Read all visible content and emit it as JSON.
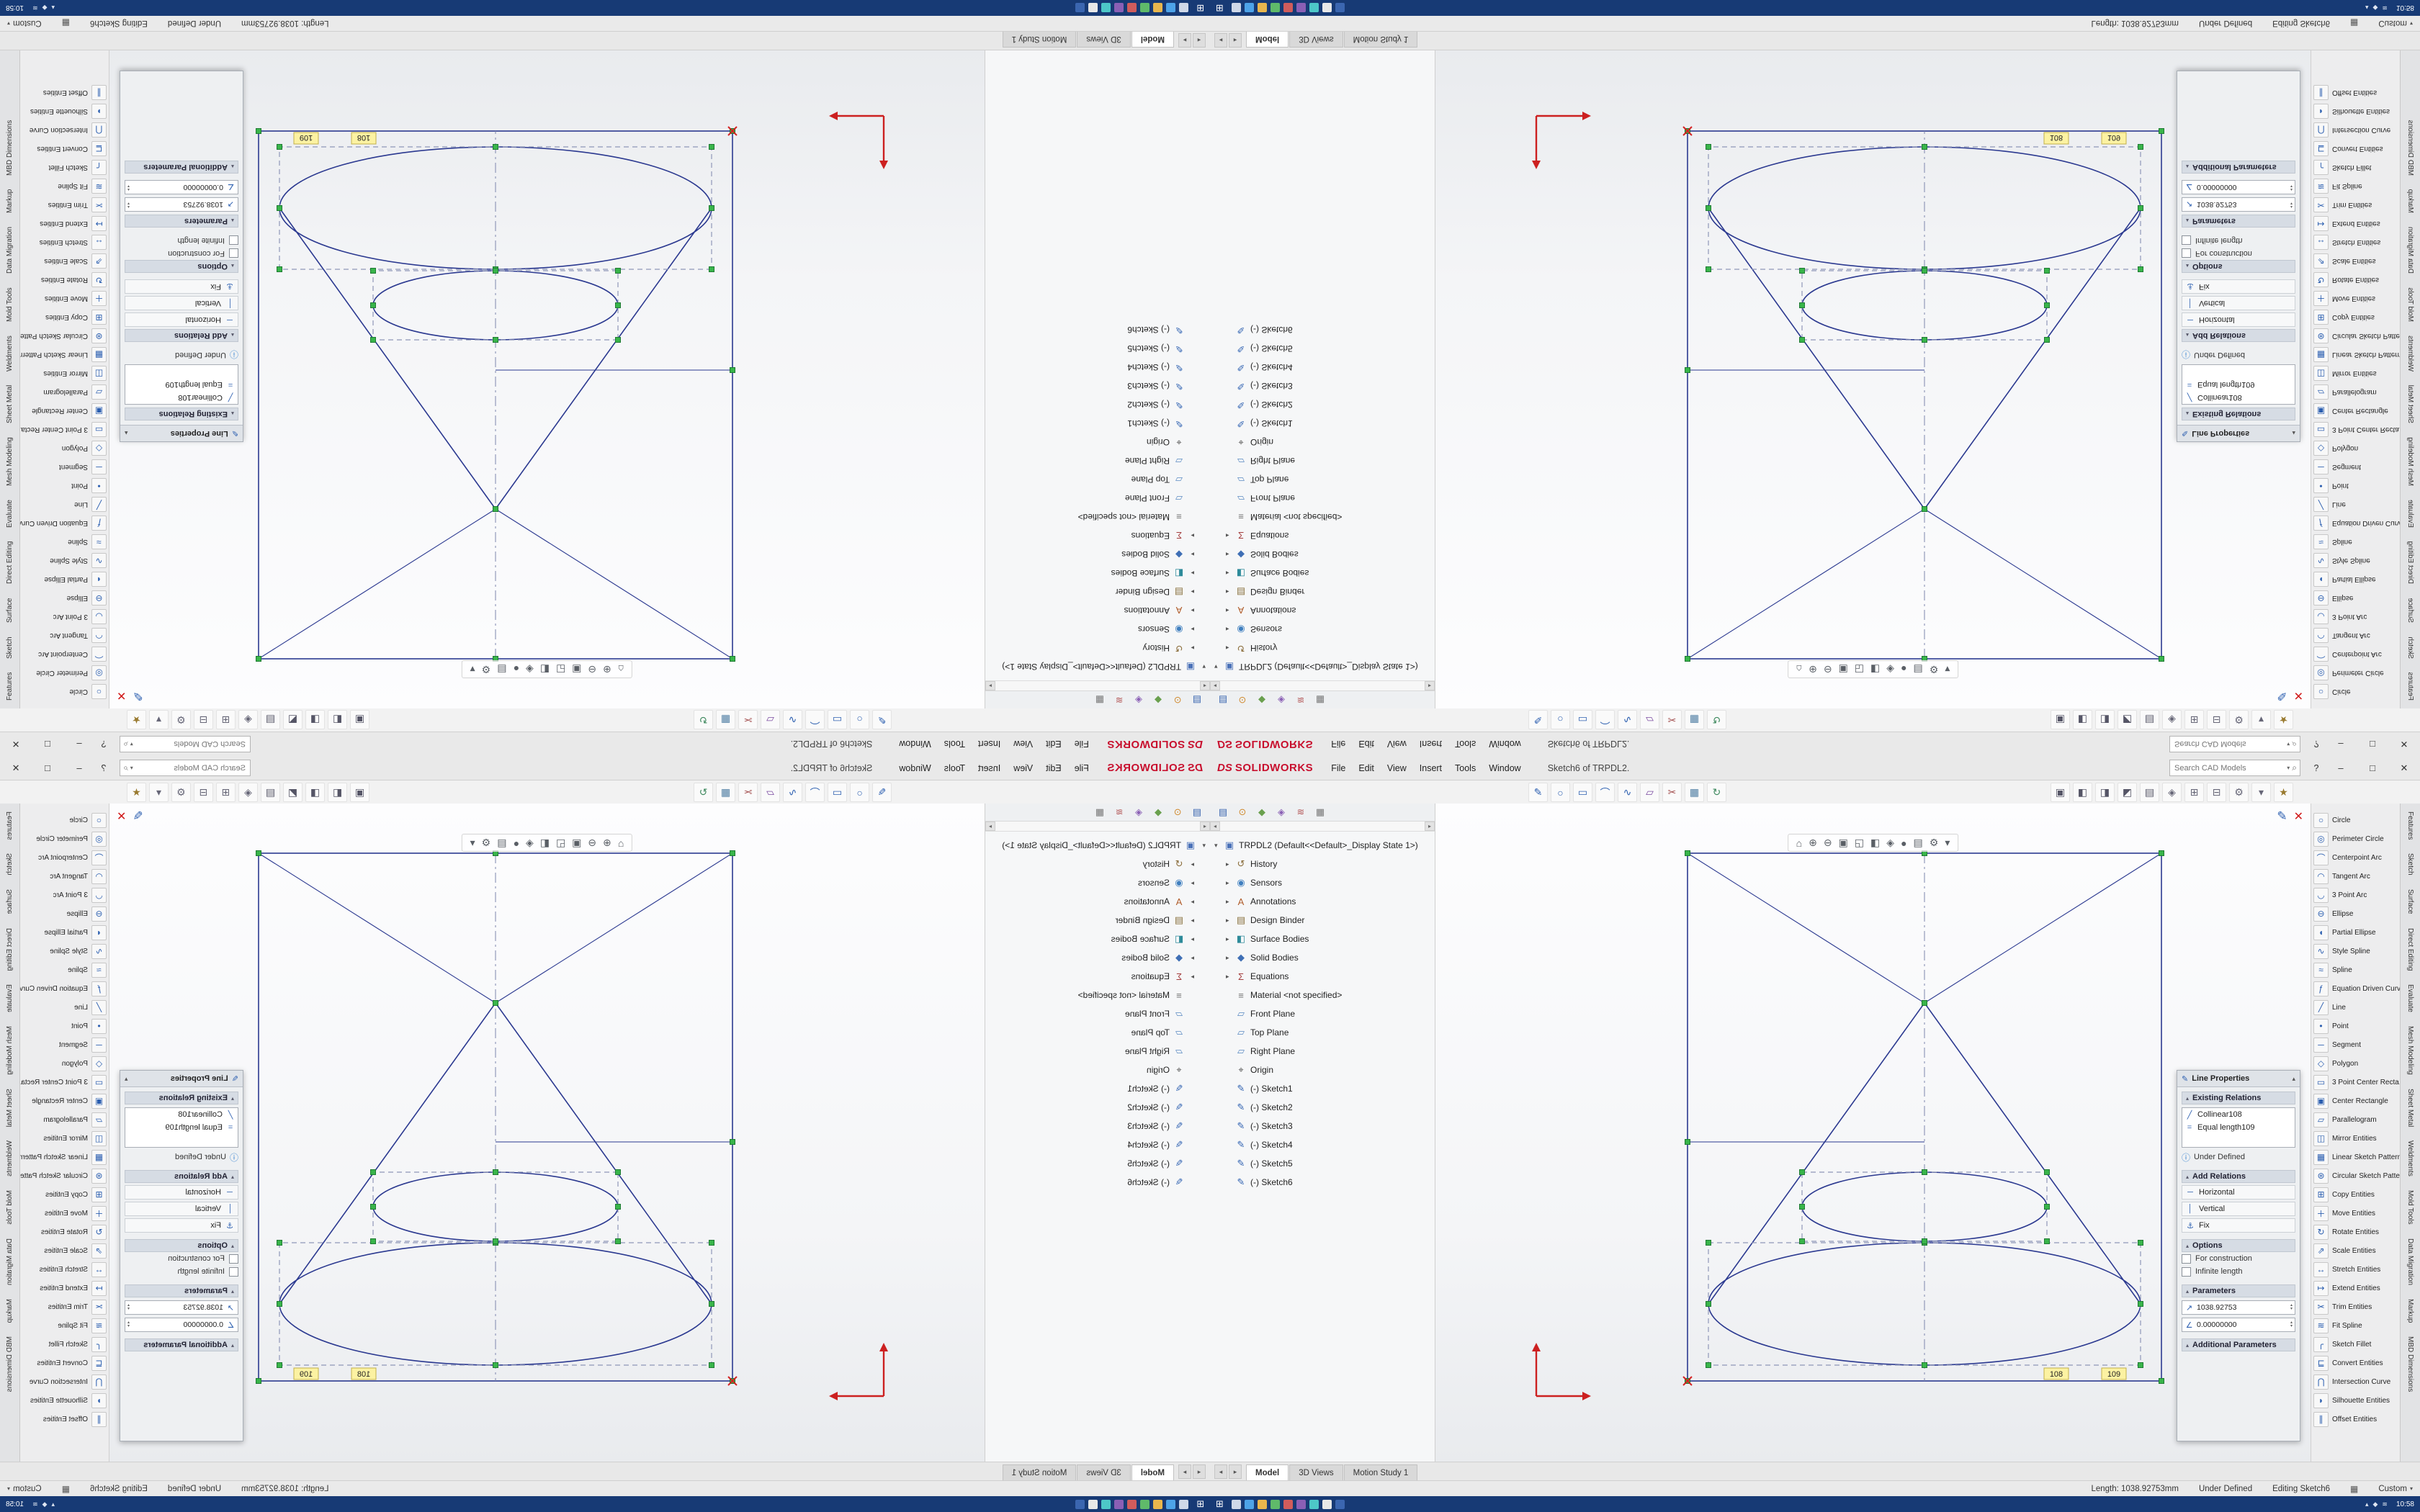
{
  "app": {
    "logo_ds": "DS",
    "logo_name": "SOLIDWORKS",
    "title": "Sketch6 of TRPDL2.",
    "search_placeholder": "Search CAD Models",
    "help": "?",
    "window_controls": {
      "minimize": "–",
      "maximize": "□",
      "close": "✕"
    }
  },
  "menus": [
    "File",
    "Edit",
    "View",
    "Insert",
    "Tools",
    "Window"
  ],
  "icons": {
    "left": "◂",
    "right": "▸",
    "caret": "▾",
    "chevron_up": "▴",
    "search": "⌕",
    "info": "ⓘ",
    "grid": "▦",
    "exit_sketch": "✎",
    "cancel": "✕",
    "spin_up": "▴",
    "spin_down": "▾"
  },
  "toolbar": {
    "left_icons": [
      {
        "glyph": "✎",
        "color": "#2c5fb0"
      },
      {
        "glyph": "○",
        "color": "#2c5fb0"
      },
      {
        "glyph": "▭",
        "color": "#2c5fb0"
      },
      {
        "glyph": "⌒",
        "color": "#2c5fb0"
      },
      {
        "glyph": "∿",
        "color": "#2c5fb0"
      },
      {
        "glyph": "▱",
        "color": "#7a4aa0"
      },
      {
        "glyph": "✂",
        "color": "#a04a4a"
      },
      {
        "glyph": "▦",
        "color": "#4a7aa0"
      },
      {
        "glyph": "↻",
        "color": "#3f8a5f"
      }
    ],
    "right_icons": [
      {
        "glyph": "▣",
        "color": "#555566"
      },
      {
        "glyph": "◧",
        "color": "#555566"
      },
      {
        "glyph": "◨",
        "color": "#555566"
      },
      {
        "glyph": "◩",
        "color": "#555566"
      },
      {
        "glyph": "▤",
        "color": "#555566"
      },
      {
        "glyph": "◈",
        "color": "#666677"
      },
      {
        "glyph": "⊞",
        "color": "#666677"
      },
      {
        "glyph": "⊟",
        "color": "#666677"
      },
      {
        "glyph": "⚙",
        "color": "#666677"
      },
      {
        "glyph": "▾",
        "color": "#666677"
      },
      {
        "glyph": "★",
        "color": "#997a2f"
      }
    ]
  },
  "feature_tree": {
    "header_icons": [
      {
        "glyph": "▤",
        "color": "#3b66b0"
      },
      {
        "glyph": "⊙",
        "color": "#d08a2f"
      },
      {
        "glyph": "◆",
        "color": "#6aa04e"
      },
      {
        "glyph": "◈",
        "color": "#8a5fb5"
      },
      {
        "glyph": "≋",
        "color": "#b35656"
      },
      {
        "glyph": "▦",
        "color": "#777777"
      }
    ],
    "items": [
      {
        "label": "TRPDL2 (Default<<Default>_Display State 1>)",
        "glyph": "▣",
        "color": "#4a71b8",
        "arrow": "▾",
        "depth": "0",
        "bold": "true"
      },
      {
        "label": "History",
        "glyph": "↺",
        "color": "#8a6d3b",
        "arrow": "▸",
        "depth": "1"
      },
      {
        "label": "Sensors",
        "glyph": "◉",
        "color": "#3f7fbf",
        "arrow": "▸",
        "depth": "1"
      },
      {
        "label": "Annotations",
        "glyph": "A",
        "color": "#b05c2a",
        "arrow": "▸",
        "depth": "1"
      },
      {
        "label": "Design Binder",
        "glyph": "▤",
        "color": "#8a7340",
        "arrow": "▸",
        "depth": "1"
      },
      {
        "label": "Surface Bodies",
        "glyph": "◧",
        "color": "#2e8b9a",
        "arrow": "▸",
        "depth": "1"
      },
      {
        "label": "Solid Bodies",
        "glyph": "◆",
        "color": "#3f6fb5",
        "arrow": "▸",
        "depth": "1"
      },
      {
        "label": "Equations",
        "glyph": "Σ",
        "color": "#a33c3c",
        "arrow": "▸",
        "depth": "1"
      },
      {
        "label": "Material <not specified>",
        "glyph": "≡",
        "color": "#777777",
        "arrow": "",
        "depth": "1"
      },
      {
        "label": "Front Plane",
        "glyph": "▱",
        "color": "#5a8ac2",
        "arrow": "",
        "depth": "1"
      },
      {
        "label": "Top Plane",
        "glyph": "▱",
        "color": "#5a8ac2",
        "arrow": "",
        "depth": "1"
      },
      {
        "label": "Right Plane",
        "glyph": "▱",
        "color": "#5a8ac2",
        "arrow": "",
        "depth": "1"
      },
      {
        "label": "Origin",
        "glyph": "⌖",
        "color": "#555555",
        "arrow": "",
        "depth": "1"
      },
      {
        "label": "(-) Sketch1",
        "glyph": "✎",
        "color": "#2c5fb0",
        "arrow": "",
        "depth": "1"
      },
      {
        "label": "(-) Sketch2",
        "glyph": "✎",
        "color": "#2c5fb0",
        "arrow": "",
        "depth": "1"
      },
      {
        "label": "(-) Sketch3",
        "glyph": "✎",
        "color": "#2c5fb0",
        "arrow": "",
        "depth": "1"
      },
      {
        "label": "(-) Sketch4",
        "glyph": "✎",
        "color": "#2c5fb0",
        "arrow": "",
        "depth": "1"
      },
      {
        "label": "(-) Sketch5",
        "glyph": "✎",
        "color": "#2c5fb0",
        "arrow": "",
        "depth": "1"
      },
      {
        "label": "(-) Sketch6",
        "glyph": "✎",
        "color": "#2c5fb0",
        "arrow": "",
        "depth": "1"
      }
    ]
  },
  "headsup_icons": [
    "⌂",
    "⊕",
    "⊖",
    "▣",
    "◱",
    "◧",
    "◈",
    "●",
    "▤",
    "⚙",
    "▾"
  ],
  "sketch": {
    "dim_labels": [
      "108",
      "109"
    ]
  },
  "property_panel": {
    "title": "Line Properties",
    "existing_relations": {
      "title": "Existing Relations",
      "items": [
        {
          "glyph": "╱",
          "label": "Collinear108"
        },
        {
          "glyph": "=",
          "label": "Equal length109"
        }
      ],
      "status": "Under Defined"
    },
    "add_relations": {
      "title": "Add Relations",
      "items": [
        {
          "glyph": "─",
          "label": "Horizontal"
        },
        {
          "glyph": "│",
          "label": "Vertical"
        },
        {
          "glyph": "⚓",
          "label": "Fix"
        }
      ]
    },
    "options": {
      "title": "Options",
      "checkboxes": [
        "For construction",
        "Infinite length"
      ]
    },
    "parameters": {
      "title": "Parameters",
      "fields": [
        {
          "glyph": "↗",
          "value": "1038.92753"
        },
        {
          "glyph": "∠",
          "value": "0.00000000"
        }
      ]
    },
    "additional_title": "Additional Parameters"
  },
  "tools_sidebar": [
    {
      "label": "Circle",
      "glyph": "○"
    },
    {
      "label": "Perimeter Circle",
      "glyph": "◎"
    },
    {
      "label": "Centerpoint Arc",
      "glyph": "⌒"
    },
    {
      "label": "Tangent Arc",
      "glyph": "◠"
    },
    {
      "label": "3 Point Arc",
      "glyph": "◡"
    },
    {
      "label": "Ellipse",
      "glyph": "⊖"
    },
    {
      "label": "Partial Ellipse",
      "glyph": "◖"
    },
    {
      "label": "Style Spline",
      "glyph": "∿"
    },
    {
      "label": "Spline",
      "glyph": "≈"
    },
    {
      "label": "Equation Driven Curve",
      "glyph": "ƒ"
    },
    {
      "label": "Line",
      "glyph": "╱"
    },
    {
      "label": "Point",
      "glyph": "•"
    },
    {
      "label": "Segment",
      "glyph": "─"
    },
    {
      "label": "Polygon",
      "glyph": "◇"
    },
    {
      "label": "3 Point Center Recta...",
      "glyph": "▭"
    },
    {
      "label": "Center Rectangle",
      "glyph": "▣"
    },
    {
      "label": "Parallelogram",
      "glyph": "▱"
    },
    {
      "label": "Mirror Entities",
      "glyph": "◫"
    },
    {
      "label": "Linear Sketch Pattern",
      "glyph": "▦"
    },
    {
      "label": "Circular Sketch Pattern",
      "glyph": "⊛"
    },
    {
      "label": "Copy Entities",
      "glyph": "⊞"
    },
    {
      "label": "Move Entities",
      "glyph": "＋"
    },
    {
      "label": "Rotate Entities",
      "glyph": "↻"
    },
    {
      "label": "Scale Entities",
      "glyph": "⇗"
    },
    {
      "label": "Stretch Entities",
      "glyph": "↔"
    },
    {
      "label": "Extend Entities",
      "glyph": "↦"
    },
    {
      "label": "Trim Entities",
      "glyph": "✂"
    },
    {
      "label": "Fit Spline",
      "glyph": "≋"
    },
    {
      "label": "Sketch Fillet",
      "glyph": "╭"
    },
    {
      "label": "Convert Entities",
      "glyph": "⊑"
    },
    {
      "label": "Intersection Curve",
      "glyph": "⋂"
    },
    {
      "label": "Silhouette Entities",
      "glyph": "◗"
    },
    {
      "label": "Offset Entities",
      "glyph": "∥"
    }
  ],
  "command_tabs": [
    "Features",
    "Sketch",
    "Surface",
    "Direct Editing",
    "Evaluate",
    "Mesh Modeling",
    "Sheet Metal",
    "Weldments",
    "Mold Tools",
    "Data Migration",
    "Markup",
    "MBD Dimensions"
  ],
  "model_tabs": [
    {
      "label": "Model",
      "active": "true"
    },
    {
      "label": "3D Views"
    },
    {
      "label": "Motion Study 1"
    }
  ],
  "status_bar": {
    "length": "Length: 1038.92753mm",
    "state": "Under Defined",
    "editing": "Editing Sketch6",
    "units": "Custom"
  },
  "taskbar": {
    "start": "⊞",
    "app_colors": [
      "#cfd8e8",
      "#4da3e8",
      "#e8b64d",
      "#5fba6a",
      "#d05c5c",
      "#8a5fb5",
      "#4dc8c8",
      "#e8e8e8",
      "#3b66b0"
    ],
    "tray": [
      "▴",
      "◆",
      "≋"
    ],
    "time": "10:58"
  }
}
